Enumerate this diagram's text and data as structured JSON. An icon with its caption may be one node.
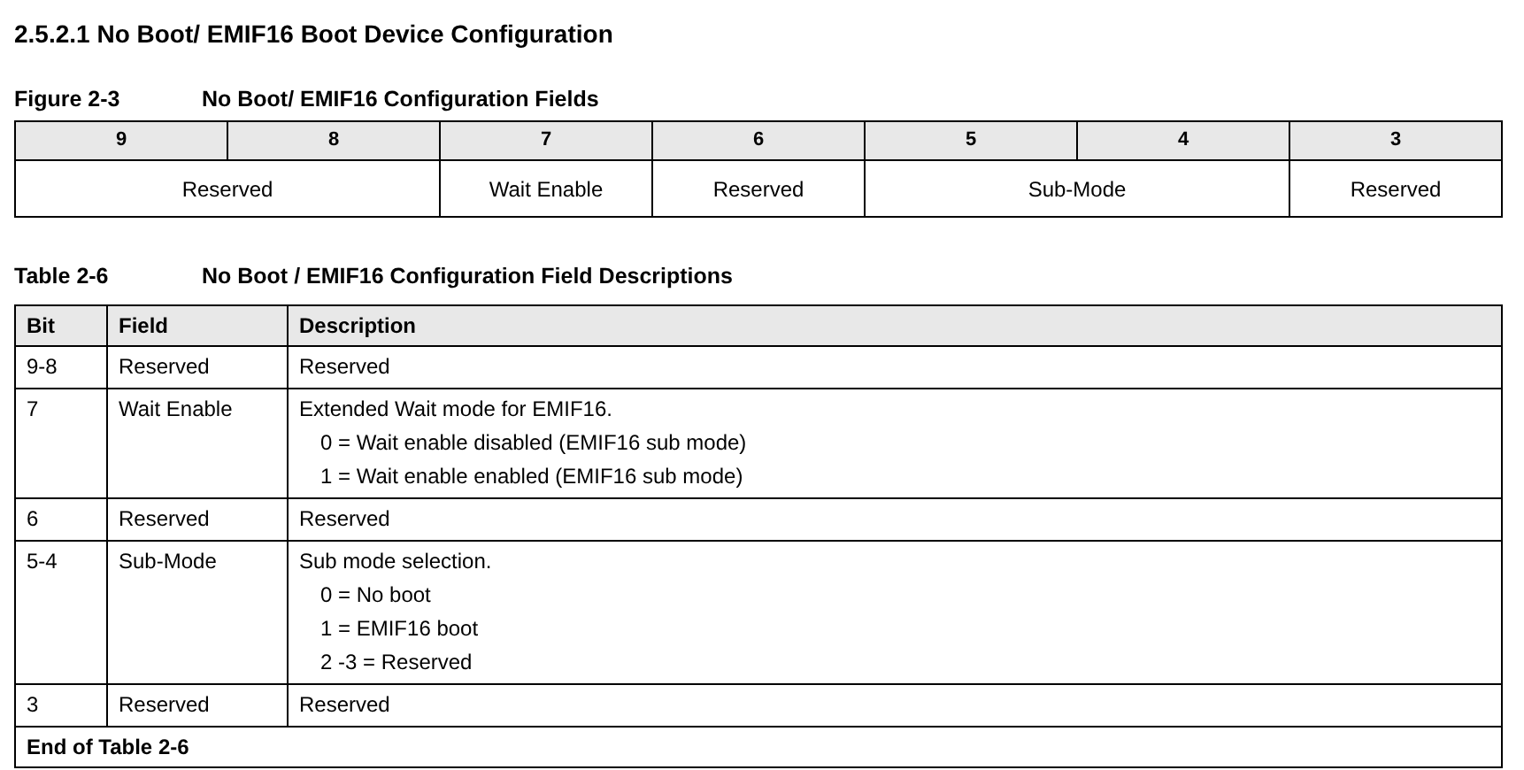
{
  "diagram": {
    "title": "2.5.2.1 No Boot/ EMIF16 Boot Device Configuration",
    "labels": [
      "Figure 2-3",
      "No Boot/ EMIF16 Configuration Fields",
      "9",
      "8",
      "7",
      "6",
      "5",
      "4",
      "3",
      "Reserved",
      "Wait Enable",
      "Reserved",
      "Sub-Mode",
      "Reserved",
      "Table 2-6",
      "No Boot / EMIF16 Configuration Field Descriptions",
      "Bit",
      "Field",
      "Description",
      "9-8",
      "Reserved",
      "Reserved",
      "7",
      "Wait Enable",
      "Extended Wait mode for EMIF16.",
      "0 = Wait enable disabled (EMIF16 sub mode)",
      "1 = Wait enable enabled (EMIF16 sub mode)",
      "6",
      "Reserved",
      "Reserved",
      "5-4",
      "Sub-Mode",
      "Sub mode selection.",
      "0 = No boot",
      "1 = EMIF16 boot",
      "2 -3 = Reserved",
      "3",
      "Reserved",
      "Reserved",
      "End of Table 2-6"
    ]
  }
}
